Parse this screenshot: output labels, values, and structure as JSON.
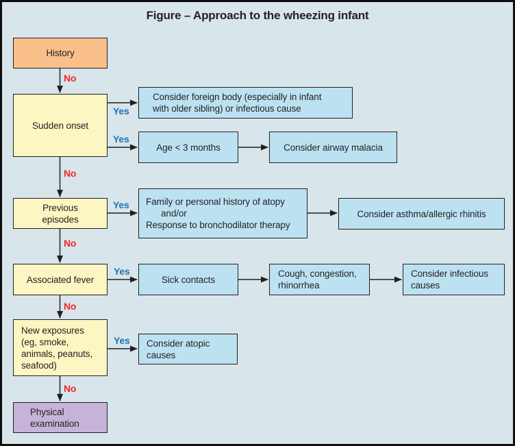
{
  "title": "Figure – Approach to the wheezing infant",
  "labels": {
    "yes": "Yes",
    "no": "No"
  },
  "nodes": {
    "history": {
      "label": "History"
    },
    "sudden_onset": {
      "label": "Sudden onset"
    },
    "previous_episodes": {
      "lines": [
        "Previous",
        "episodes"
      ]
    },
    "associated_fever": {
      "label": "Associated fever"
    },
    "new_exposures": {
      "lines": [
        "New exposures",
        "(eg, smoke,",
        "animals, peanuts,",
        "seafood)"
      ]
    },
    "physical_examination": {
      "lines": [
        "Physical",
        "examination"
      ]
    },
    "foreign_body": {
      "lines": [
        "Consider foreign body (especially in infant",
        "with older sibling) or infectious cause"
      ]
    },
    "age_under_3_months": {
      "label": "Age < 3 months"
    },
    "airway_malacia": {
      "label": "Consider airway malacia"
    },
    "atopy_history": {
      "lines": [
        "Family or personal history of atopy",
        "and/or",
        "Response to bronchodilator therapy"
      ]
    },
    "asthma_allergic_rhinitis": {
      "label": "Consider asthma/allergic rhinitis"
    },
    "sick_contacts": {
      "label": "Sick contacts"
    },
    "cough_congestion": {
      "lines": [
        "Cough, congestion,",
        "rhinorrhea"
      ]
    },
    "infectious_causes": {
      "lines": [
        "Consider infectious",
        "causes"
      ]
    },
    "atopic_causes": {
      "lines": [
        "Consider atopic",
        "causes"
      ]
    }
  },
  "colors": {
    "background": "#d8e5eb",
    "frame_border": "#0e0e0e",
    "history_fill": "#f9c08a",
    "question_fill": "#fcf6c3",
    "result_fill": "#bce2f2",
    "physical_exam_fill": "#c6b4d8",
    "box_border": "#231f20",
    "text": "#231f20",
    "no_label": "#ee2a24",
    "yes_label": "#1b74bb",
    "arrow_line": "#231f20"
  }
}
